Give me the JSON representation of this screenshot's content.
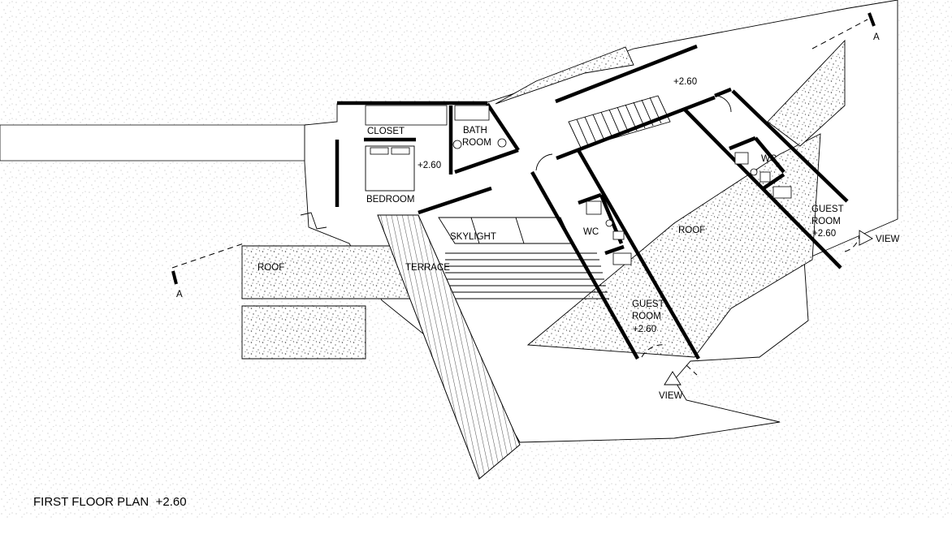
{
  "plan": {
    "title": "FIRST FLOOR PLAN  +2.60",
    "rooms": {
      "closet": "CLOSET",
      "bath_line1": "BATH",
      "bath_line2": "ROOM",
      "bedroom": "BEDROOM",
      "bedroom_level": "+2.60",
      "corridor_level": "+2.60",
      "wc_middle": "WC",
      "wc_right": "WC",
      "guest_middle_line1": "GUEST",
      "guest_middle_line2": "ROOM",
      "guest_middle_level": "+2.60",
      "guest_right_line1": "GUEST",
      "guest_right_line2": "ROOM",
      "guest_right_level": "+2.60",
      "roof_left": "ROOF",
      "roof_right": "ROOF",
      "skylight": "SKYLIGHT",
      "terrace": "TERRACE"
    },
    "markers": {
      "section_left": "A",
      "section_right": "A",
      "view_bottom": "VIEW",
      "view_right": "VIEW"
    }
  }
}
